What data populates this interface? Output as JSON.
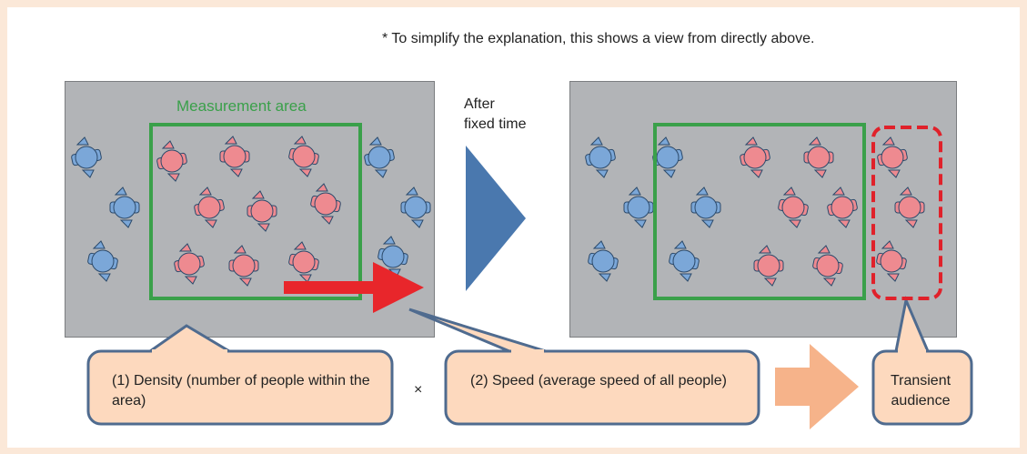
{
  "note": "* To simplify the explanation, this shows a view from directly above.",
  "measurement_area_label": "Measurement area",
  "after_label_line1": "After",
  "after_label_line2": "fixed time",
  "callouts": {
    "density": "(1) Density (number of people within the area)",
    "speed": "(2) Speed (average speed of all people)",
    "result": "Transient audience"
  },
  "operator": "×",
  "colors": {
    "panel": "#b2b4b7",
    "measurement_box": "#3aa04a",
    "motion_arrow": "#e8262b",
    "transient_box": "#e0212a",
    "callout_fill": "#fdd9be",
    "callout_border": "#4f6b8f",
    "person_blue": "#7ba7d8",
    "person_red": "#ee8a90",
    "transition_arrow": "#4a78ae",
    "result_arrow": "#f6b38a"
  }
}
